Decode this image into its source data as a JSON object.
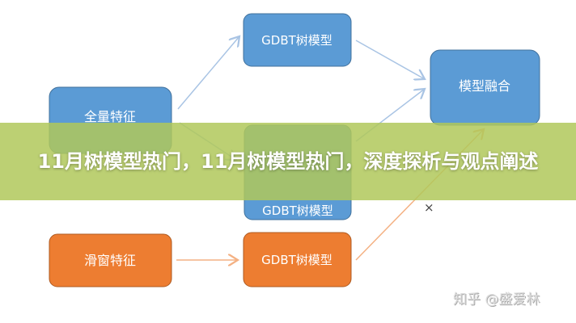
{
  "diagram": {
    "nodes": {
      "full_features": "全量特征",
      "gdbt_top": "GDBT树模型",
      "gdbt_middle": "GDBT树模型",
      "model_fusion": "模型融合",
      "window_features": "滑窗特征",
      "gdbt_bottom": "GDBT树模型"
    },
    "colors": {
      "blue": "#5b9bd5",
      "orange": "#ed7d31",
      "blue_arrow": "#a9c4e4",
      "orange_arrow": "#f4b183"
    }
  },
  "banner": {
    "title": "11月树模型热门，11月树模型热门，深度探析与观点阐述"
  },
  "close_label": "×",
  "watermark": "知乎 @盛爱林"
}
